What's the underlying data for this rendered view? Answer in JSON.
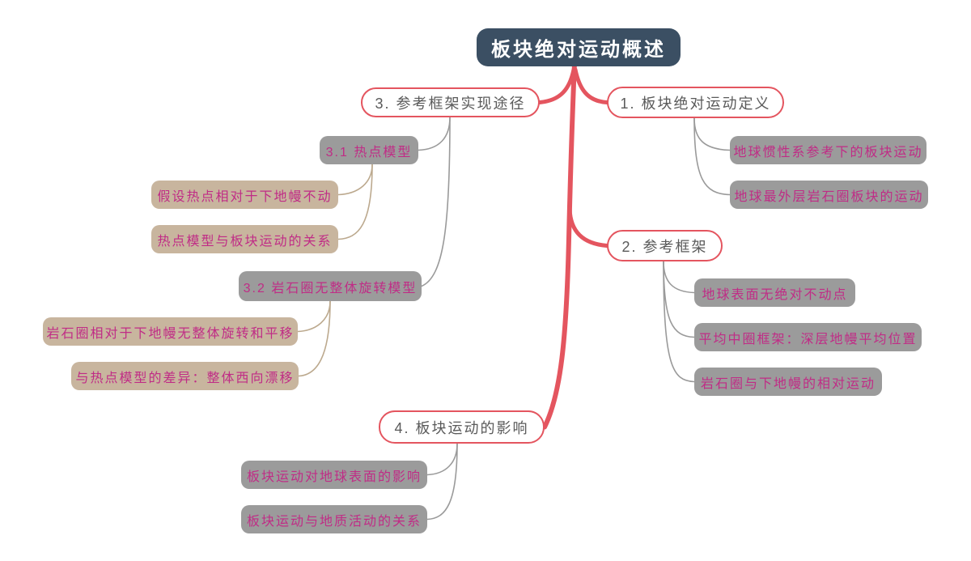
{
  "colors": {
    "root_bg": "#3B4F63",
    "root_text": "#ffffff",
    "branch_accent": "#E4555F",
    "main_topic_text": "#5a5a5a",
    "subtopic_bg": "#9B9B9B",
    "detail_bg": "#C8B59E",
    "topic_text": "#C02C86",
    "gray_connector": "#9a9a9a",
    "tan_connector": "#BCA98E"
  },
  "mindmap": {
    "root": {
      "label": "板块绝对运动概述"
    },
    "branches": [
      {
        "label": "1. 板块绝对运动定义",
        "children": [
          {
            "label": "地球惯性系参考下的板块运动"
          },
          {
            "label": "地球最外层岩石圈板块的运动"
          }
        ]
      },
      {
        "label": "2. 参考框架",
        "children": [
          {
            "label": "地球表面无绝对不动点"
          },
          {
            "label": "平均中圈框架：深层地幔平均位置"
          },
          {
            "label": "岩石圈与下地幔的相对运动"
          }
        ]
      },
      {
        "label": "3. 参考框架实现途径",
        "children": [
          {
            "label": "3.1 热点模型",
            "children": [
              {
                "label": "假设热点相对于下地幔不动"
              },
              {
                "label": "热点模型与板块运动的关系"
              }
            ]
          },
          {
            "label": "3.2 岩石圈无整体旋转模型",
            "children": [
              {
                "label": "岩石圈相对于下地幔无整体旋转和平移"
              },
              {
                "label": "与热点模型的差异：整体西向漂移"
              }
            ]
          }
        ]
      },
      {
        "label": "4. 板块运动的影响",
        "children": [
          {
            "label": "板块运动对地球表面的影响"
          },
          {
            "label": "板块运动与地质活动的关系"
          }
        ]
      }
    ]
  }
}
